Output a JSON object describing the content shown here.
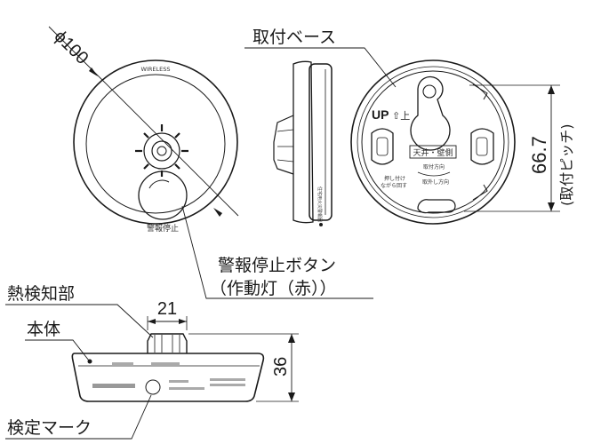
{
  "labels": {
    "base": "取付ベース",
    "stop_button_l1": "警報停止ボタン",
    "stop_button_l2": "（作動灯（赤））",
    "heat_sensor": "熱検知部",
    "body": "本体",
    "inspection_mark": "検定マーク",
    "pitch": "(取付ピッチ)"
  },
  "dimensions": {
    "diameter": "ϕ100",
    "pitch": "66.7",
    "sensor_width": "21",
    "height": "36"
  },
  "device_text": {
    "wireless": "WIRELESS",
    "stop_label": "警報停止",
    "up": "UP",
    "up_arrow": "⇧上",
    "ceiling_wall": "天井・壁側",
    "mount_dir": "取付方向",
    "remove_dir": "取外し方向",
    "push_turn_l1": "押し付け",
    "push_turn_l2": "ながら回す",
    "side_label": "住宅用火災警報器"
  },
  "colors": {
    "line": "#1a1a1a",
    "background": "#ffffff"
  }
}
